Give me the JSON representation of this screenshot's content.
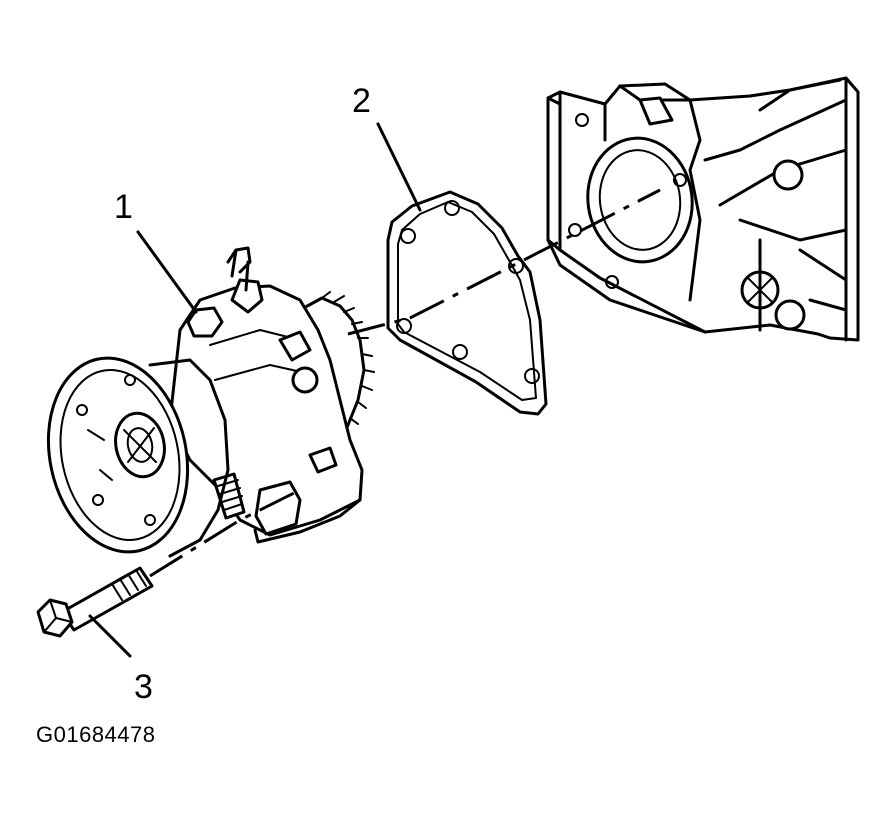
{
  "callouts": [
    {
      "label": "1"
    },
    {
      "label": "2"
    },
    {
      "label": "3"
    }
  ],
  "figure_id": "G01684478",
  "parts": [
    {
      "callout": "1",
      "icon": "vacuum-pump-icon"
    },
    {
      "callout": "2",
      "icon": "gasket-icon"
    },
    {
      "callout": "3",
      "icon": "bolt-icon"
    }
  ]
}
